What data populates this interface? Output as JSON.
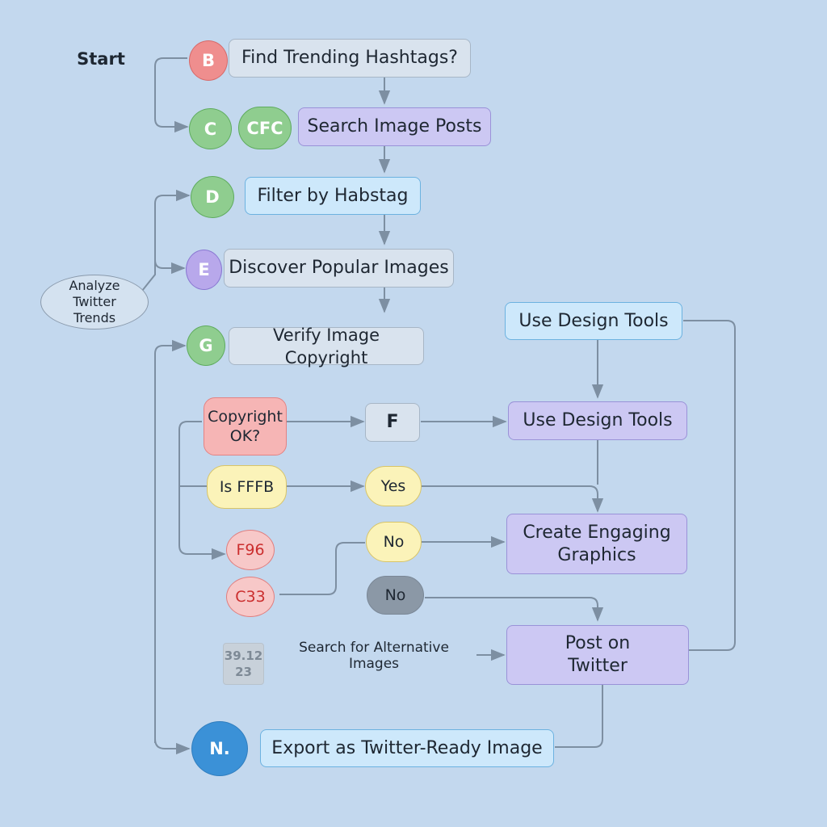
{
  "start_label": "Start",
  "analyze": "Analyze Twitter Trends",
  "nodes": {
    "b": "B",
    "find": "Find Trending Hashtags?",
    "c": "C",
    "cfc": "CFC",
    "search": "Search Image Posts",
    "d": "D",
    "filter": "Filter by Habstag",
    "e": "E",
    "discover": "Discover Popular Images",
    "g": "G",
    "verify": "Verify Image Copyright",
    "design_top": "Use Design Tools",
    "copyright": "Copyright OK?",
    "f": "F",
    "design_mid": "Use Design Tools",
    "is_fffb": "Is FFFB",
    "yes": "Yes",
    "f96": "F96",
    "no1": "No",
    "create": "Create Engaging Graphics",
    "c33": "C33",
    "no2": "No",
    "badge": "39.12 23",
    "alt_search": "Search for Alternative Images",
    "post": "Post on Twitter",
    "n": "N.",
    "export": "Export as Twitter-Ready Image"
  },
  "colors": {
    "background": "#c3d8ee",
    "connector": "#7d8fa2",
    "gray_box": "#d9e3ee",
    "blue_box": "#cde8fb",
    "purple_box": "#ccc8f3",
    "red_box": "#f6b5b5",
    "yellow_pill": "#fbf3b9",
    "green_circle": "#8fcd8f",
    "red_circle": "#ef8e8e",
    "purple_circle": "#b8a8eb",
    "blue_circle": "#3b91d7"
  }
}
